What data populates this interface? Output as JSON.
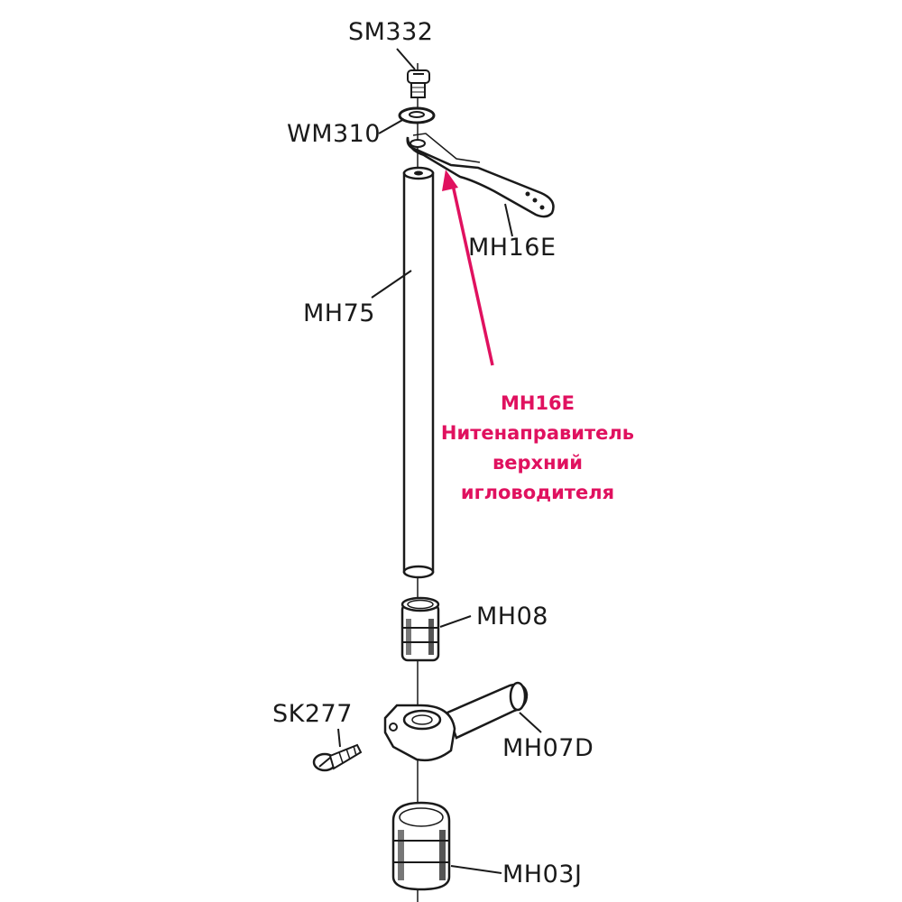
{
  "parts": {
    "sm332": "SM332",
    "wm310": "WM310",
    "mh16e": "MH16E",
    "mh75": "MH75",
    "mh08": "MH08",
    "sk277": "SK277",
    "mh07d": "MH07D",
    "mh03j": "MH03J"
  },
  "callout": {
    "code": "MH16E",
    "line1": "Нитенаправитель",
    "line2": "верхний",
    "line3": "игловодителя"
  },
  "colors": {
    "callout": "#e0115f",
    "lines": "#1a1a1a"
  }
}
